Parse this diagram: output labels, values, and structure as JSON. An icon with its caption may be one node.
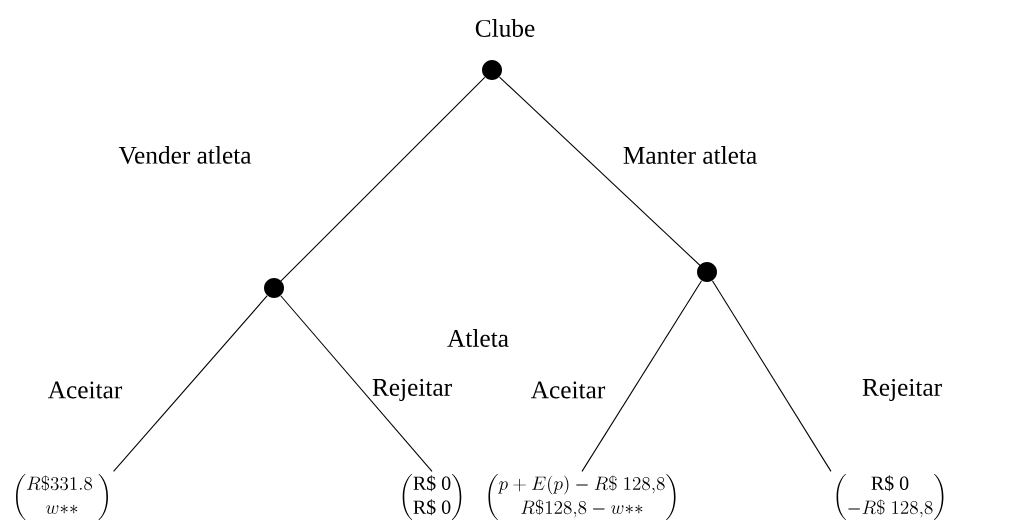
{
  "diagram": {
    "nodes": [
      {
        "text": [],
        "shape": "circle",
        "beside": [
          "Clube"
        ]
      },
      {
        "text": [],
        "shape": "circle"
      },
      {
        "text": [],
        "shape": "circle"
      },
      {
        "text": [
          "\\begin{pmatrix} R\\$331.8\\ \\\\ w{*}{*} \\end{pmatrix}"
        ]
      },
      {
        "text": [
          "\\begin{pmatrix} \\text{R\\$ 0} \\\\ \\text{R\\$ 0} \\end{pmatrix}"
        ]
      },
      {
        "text": [
          "\\begin{pmatrix} p + E(p) - R\\$\\ 128{,}8 \\\\ R\\$128{,}8 - w{*}{*} \\end{pmatrix}"
        ]
      },
      {
        "text": [
          "\\begin{pmatrix} \\text{R\\$ 0} \\\\ -R\\$\\ 128{,}8 \\end{pmatrix}"
        ]
      }
    ],
    "edges": [
      {
        "from": 0,
        "to": 1,
        "arrow": "none",
        "label": "Vender atleta"
      },
      {
        "from": 0,
        "to": 2,
        "arrow": "none",
        "label": "Manter atleta"
      },
      {
        "from": 1,
        "to": 3,
        "arrow": "none",
        "label": "Aceitar"
      },
      {
        "from": 1,
        "to": 4,
        "arrow": "none",
        "label": "Rejeitar"
      },
      {
        "from": 2,
        "to": 5,
        "arrow": "none",
        "label": "Aceitar"
      },
      {
        "from": 2,
        "to": 6,
        "arrow": "none",
        "label": "Rejeitar"
      }
    ],
    "labels": [
      "Atleta"
    ]
  }
}
